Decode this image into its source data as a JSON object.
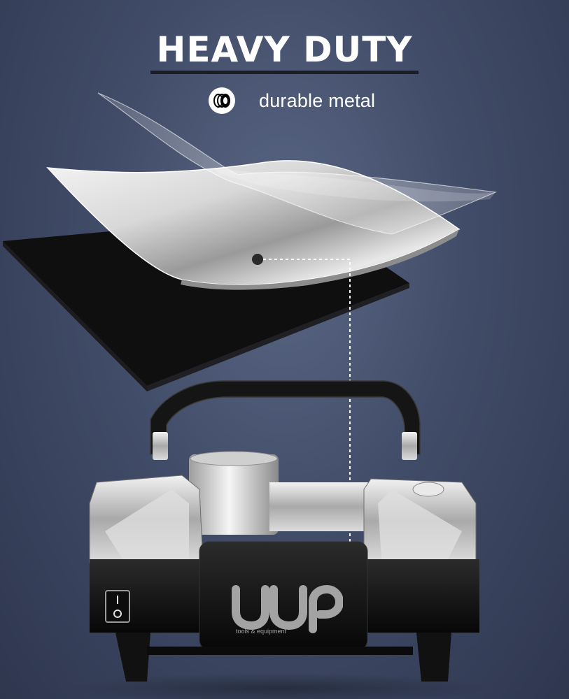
{
  "headline": "HEAVY DUTY",
  "feature": {
    "icon": "metal-coil-icon",
    "label": "durable metal"
  },
  "brand": {
    "logo_text": "UUP",
    "tagline": "tools & equipment"
  },
  "colors": {
    "background": "#414c68",
    "text": "#ffffff",
    "metal": "#c9c9c9",
    "body": "#141414"
  }
}
